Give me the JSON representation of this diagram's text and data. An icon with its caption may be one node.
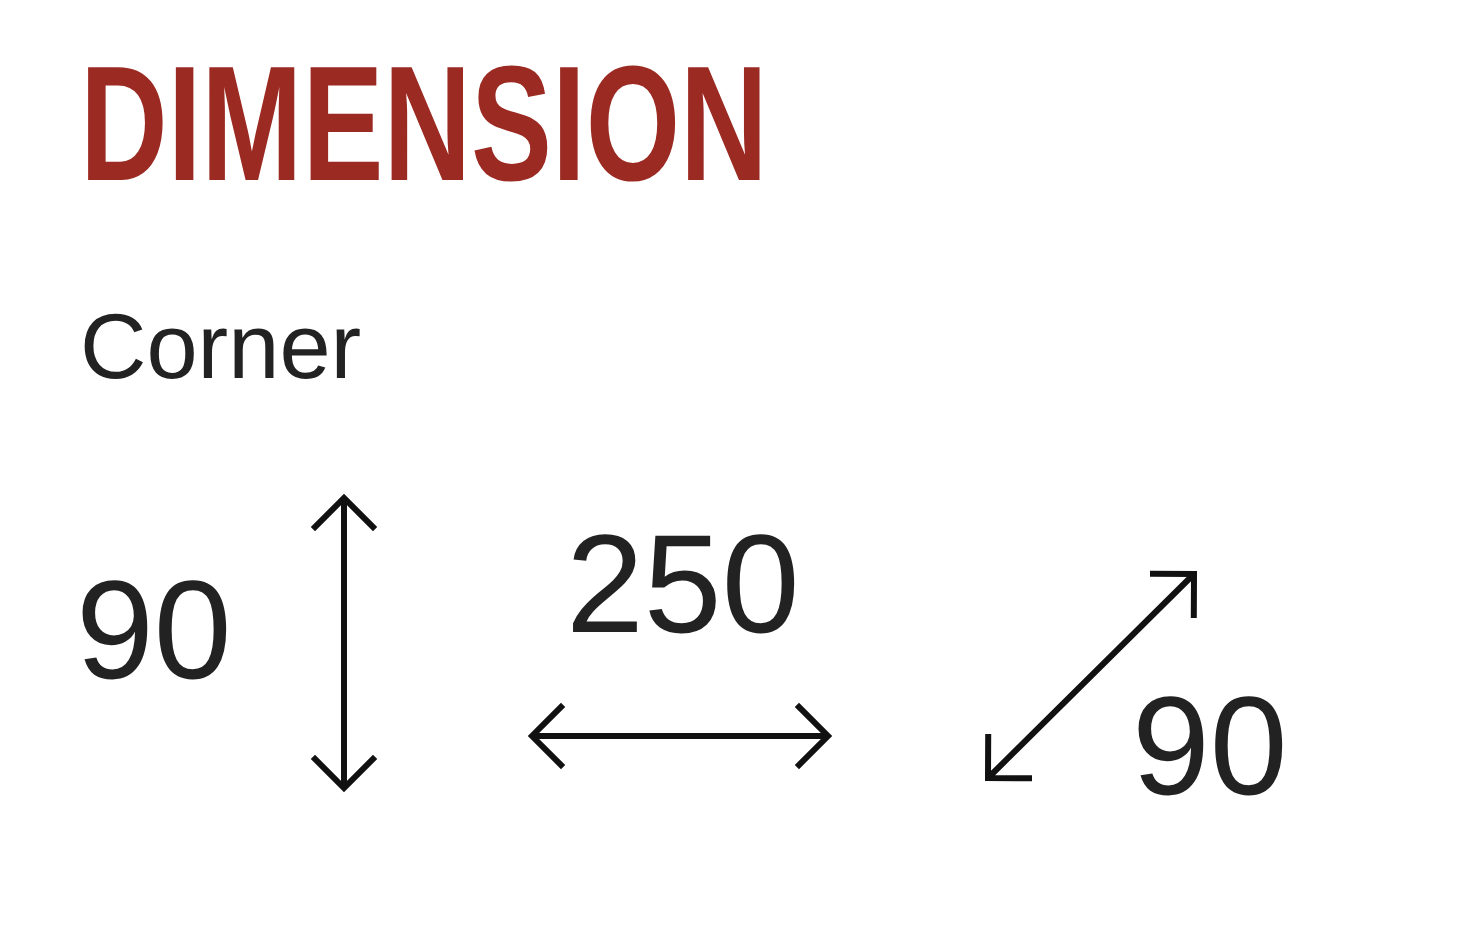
{
  "diagram": {
    "title": "DIMENSION",
    "labels": [
      "Corner",
      "90",
      "250",
      "90"
    ]
  }
}
